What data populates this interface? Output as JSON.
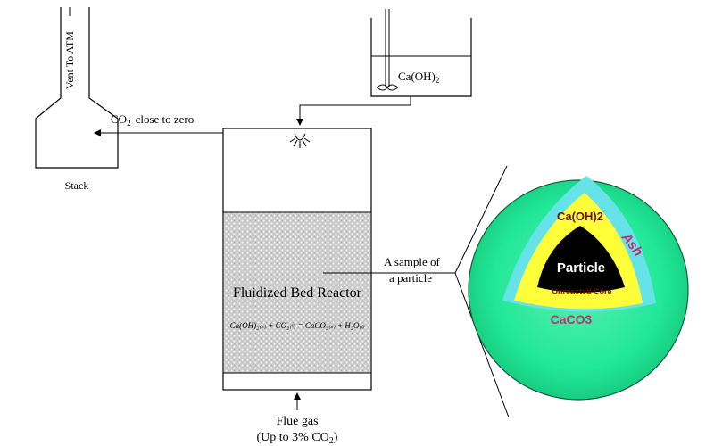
{
  "stack": {
    "label": "Stack",
    "vent_label": "Vent To ATM"
  },
  "reagent_tank": {
    "label": "Ca(OH)",
    "label_sub": "2"
  },
  "outlet_flow": {
    "label_prefix": "CO",
    "label_sub": "2",
    "label_suffix": "close to zero"
  },
  "reactor": {
    "title": "Fluidized Bed Reactor",
    "equation": "Ca(OH)₂₍ₛ₎ + CO₂₍ᵍ₎ = CaCO₃₍ₛ₎ + H₂O₍ₗ₎"
  },
  "inlet_flow": {
    "label_line1": "Flue gas",
    "label_line2_prefix": "(Up to 3% CO",
    "label_line2_sub": "2",
    "label_line2_suffix": ")"
  },
  "callout": {
    "line1": "A sample of",
    "line2": "a particle"
  },
  "particle": {
    "outer_layer": "CaCO3",
    "ash_layer": "Ash",
    "middle_layer": "Ca(OH)2",
    "core": "Particle",
    "core_caption": "Unreacted Core",
    "colors": {
      "outer": "#22e898",
      "ash": "#66e3e8",
      "middle": "#ffff3a",
      "core": "#000000",
      "label_dark": "#7a1010",
      "label_magenta": "#c03070"
    }
  }
}
